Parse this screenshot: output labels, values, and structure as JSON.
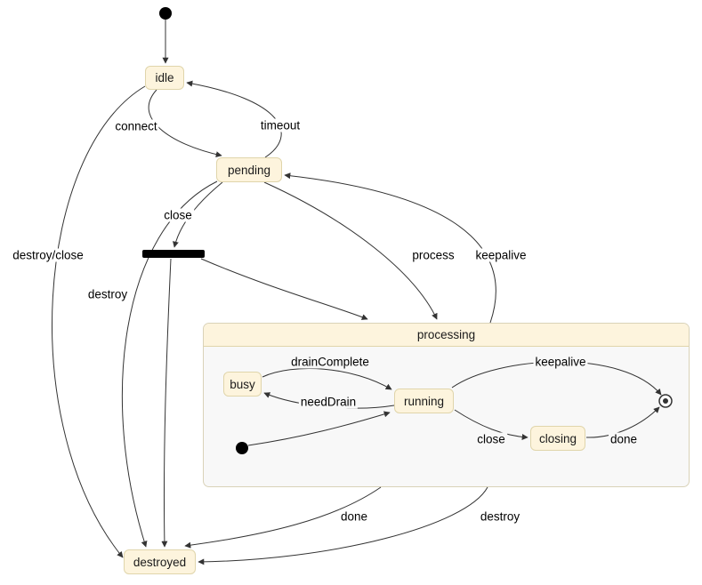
{
  "diagram": {
    "type": "state-machine",
    "nodes": {
      "idle": "idle",
      "pending": "pending",
      "processing": "processing",
      "busy": "busy",
      "running": "running",
      "closing": "closing",
      "destroyed": "destroyed"
    },
    "edge_labels": {
      "connect": "connect",
      "timeout": "timeout",
      "close": "close",
      "destroy_close": "destroy/close",
      "destroy_from_pending": "destroy",
      "process": "process",
      "keepalive_to_pending": "keepalive",
      "drain_complete": "drainComplete",
      "need_drain": "needDrain",
      "keepalive_inner": "keepalive",
      "close_inner": "close",
      "done_inner": "done",
      "done_to_destroyed": "done",
      "destroy_to_destroyed": "destroy"
    },
    "colors": {
      "state_fill": "#fdf4dd",
      "state_border": "#e0d5ab",
      "composite_fill": "#f8f8f8",
      "composite_border": "#d9d2b8",
      "edge": "#333333",
      "background": "#ffffff"
    }
  }
}
